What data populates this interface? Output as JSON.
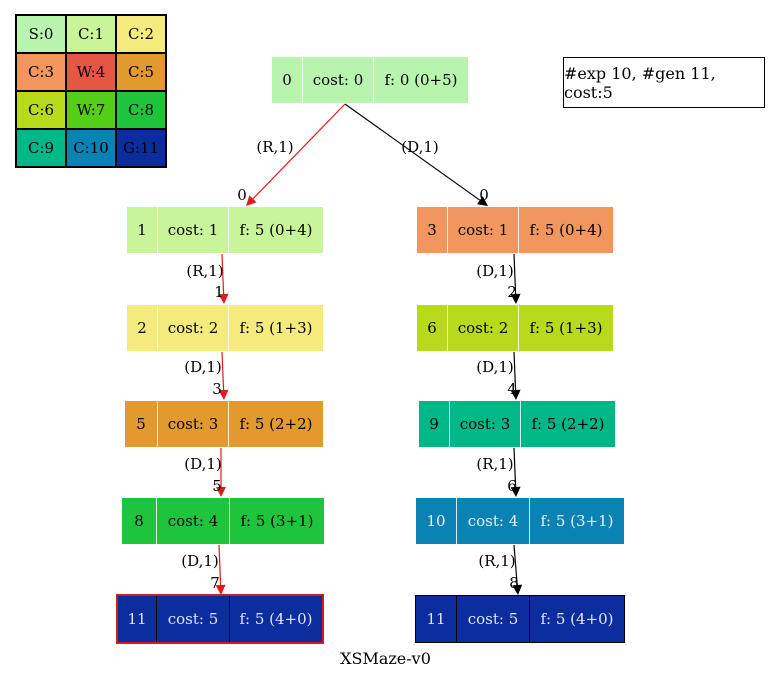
{
  "legend": [
    {
      "label": "S:0",
      "color": "#b8f4ad"
    },
    {
      "label": "C:1",
      "color": "#c9f59a"
    },
    {
      "label": "C:2",
      "color": "#f4ea7d"
    },
    {
      "label": "C:3",
      "color": "#f0965e"
    },
    {
      "label": "W:4",
      "color": "#e55745"
    },
    {
      "label": "C:5",
      "color": "#e29a2e"
    },
    {
      "label": "C:6",
      "color": "#b9da1c"
    },
    {
      "label": "W:7",
      "color": "#52cf16"
    },
    {
      "label": "C:8",
      "color": "#1ec53c"
    },
    {
      "label": "C:9",
      "color": "#00b887"
    },
    {
      "label": "C:10",
      "color": "#0a82b4"
    },
    {
      "label": "G:11",
      "color": "#0b2d9e"
    }
  ],
  "stats": "#exp 10, #gen 11, cost:5",
  "title": "XSMaze-v0",
  "nodes": [
    {
      "id": "n0",
      "state": "0",
      "cost": "cost: 0",
      "f": "f: 0 (0+5)",
      "color": "#b8f4ad"
    },
    {
      "id": "n1",
      "state": "1",
      "cost": "cost: 1",
      "f": "f: 5 (0+4)",
      "color": "#c9f59a"
    },
    {
      "id": "n2",
      "state": "2",
      "cost": "cost: 2",
      "f": "f: 5 (1+3)",
      "color": "#f4ea7d"
    },
    {
      "id": "n5",
      "state": "5",
      "cost": "cost: 3",
      "f": "f: 5 (2+2)",
      "color": "#e29a2e"
    },
    {
      "id": "n8",
      "state": "8",
      "cost": "cost: 4",
      "f": "f: 5 (3+1)",
      "color": "#1ec53c"
    },
    {
      "id": "n11a",
      "state": "11",
      "cost": "cost: 5",
      "f": "f: 5 (4+0)",
      "color": "#0b2d9e"
    },
    {
      "id": "n3",
      "state": "3",
      "cost": "cost: 1",
      "f": "f: 5 (0+4)",
      "color": "#f0965e"
    },
    {
      "id": "n6",
      "state": "6",
      "cost": "cost: 2",
      "f": "f: 5 (1+3)",
      "color": "#b9da1c"
    },
    {
      "id": "n9",
      "state": "9",
      "cost": "cost: 3",
      "f": "f: 5 (2+2)",
      "color": "#00b887"
    },
    {
      "id": "n10",
      "state": "10",
      "cost": "cost: 4",
      "f": "f: 5 (3+1)",
      "color": "#0a82b4"
    },
    {
      "id": "n11b",
      "state": "11",
      "cost": "cost: 5",
      "f": "f: 5 (4+0)",
      "color": "#0b2d9e"
    }
  ],
  "edges": [
    {
      "from": "n0",
      "to": "n1",
      "action": "(R,1)",
      "order": "0",
      "color": "#e11b1b"
    },
    {
      "from": "n0",
      "to": "n3",
      "action": "(D,1)",
      "order": "0",
      "color": "#000000"
    },
    {
      "from": "n1",
      "to": "n2",
      "action": "(R,1)",
      "order": "1",
      "color": "#e11b1b"
    },
    {
      "from": "n2",
      "to": "n5",
      "action": "(D,1)",
      "order": "3",
      "color": "#e11b1b"
    },
    {
      "from": "n5",
      "to": "n8",
      "action": "(D,1)",
      "order": "5",
      "color": "#e11b1b"
    },
    {
      "from": "n8",
      "to": "n11a",
      "action": "(D,1)",
      "order": "7",
      "color": "#e11b1b"
    },
    {
      "from": "n3",
      "to": "n6",
      "action": "(D,1)",
      "order": "2",
      "color": "#000000"
    },
    {
      "from": "n6",
      "to": "n9",
      "action": "(D,1)",
      "order": "4",
      "color": "#000000"
    },
    {
      "from": "n9",
      "to": "n10",
      "action": "(R,1)",
      "order": "6",
      "color": "#000000"
    },
    {
      "from": "n10",
      "to": "n11b",
      "action": "(R,1)",
      "order": "8",
      "color": "#000000"
    }
  ]
}
